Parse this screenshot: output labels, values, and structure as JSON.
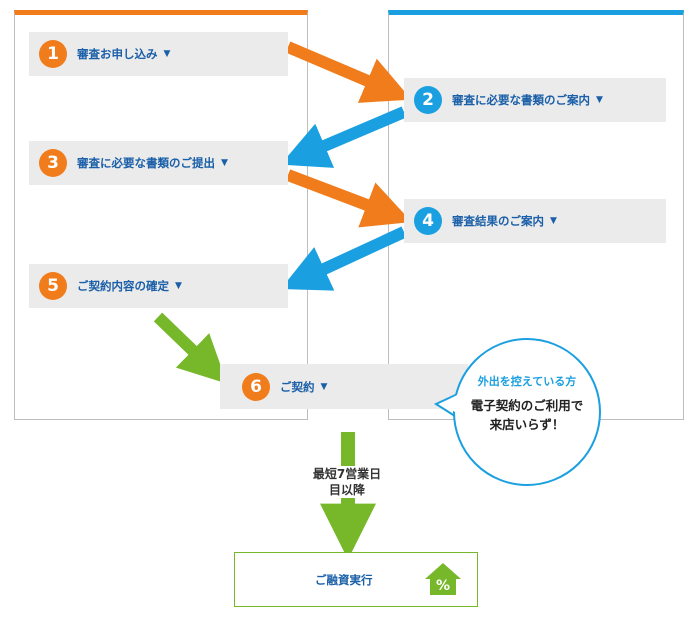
{
  "colors": {
    "orange": "#f07c1c",
    "blue": "#1a9fe0",
    "green": "#76b82a",
    "label": "#1a5fa8"
  },
  "steps": [
    {
      "num": "1",
      "label": "審査お申し込み"
    },
    {
      "num": "2",
      "label": "審査に必要な書類のご案内"
    },
    {
      "num": "3",
      "label": "審査に必要な書類のご提出"
    },
    {
      "num": "4",
      "label": "審査結果のご案内"
    },
    {
      "num": "5",
      "label": "ご契約内容の確定"
    },
    {
      "num": "6",
      "label": "ご契約"
    }
  ],
  "expand_icon": "chevron-down-icon",
  "bubble": {
    "subtitle": "外出を控えている方",
    "line1": "電子契約のご利用で",
    "line2": "来店いらず！"
  },
  "note": {
    "line1": "最短7営業日",
    "line2": "目以降"
  },
  "final": {
    "label": "ご融資実行",
    "icon": "house-percent-icon",
    "icon_text": "%"
  }
}
